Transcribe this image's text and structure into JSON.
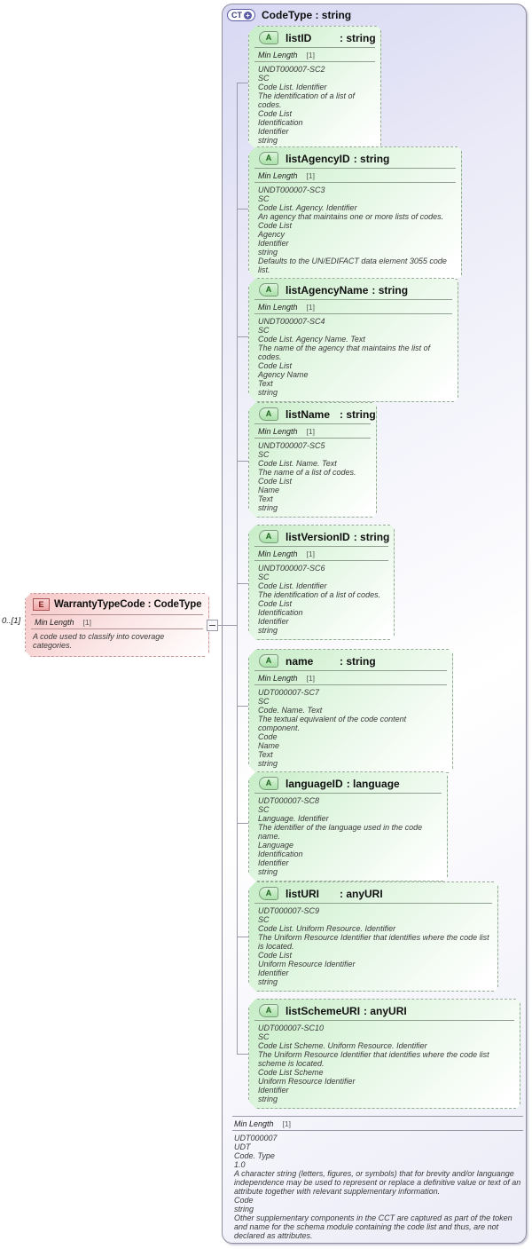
{
  "diagram": {
    "icons": {
      "attribute_label": "A",
      "element_label": "E",
      "complex_type_label": "CT",
      "plus": "+"
    },
    "element": {
      "cardinality": "0..[1]",
      "title": "WarrantyTypeCode : CodeType",
      "facet": {
        "name": "Min Length",
        "value": "[1]"
      },
      "description": "A code used to classify into coverage categories."
    },
    "complex_type": {
      "title": "CodeType : string",
      "attributes": [
        {
          "name": "listID",
          "type_label": ": string",
          "facet": {
            "name": "Min Length",
            "value": "[1]"
          },
          "lines": [
            "UNDT000007-SC2",
            "SC",
            "Code List. Identifier",
            "The identification of a list of codes.",
            "Code List",
            "Identification",
            "Identifier",
            "string"
          ]
        },
        {
          "name": "listAgencyID",
          "type_label": ": string",
          "facet": {
            "name": "Min Length",
            "value": "[1]"
          },
          "lines": [
            "UNDT000007-SC3",
            "SC",
            "Code List. Agency. Identifier",
            "An agency that maintains one or more lists of codes.",
            "Code List",
            "Agency",
            "Identifier",
            "string",
            "Defaults to the UN/EDIFACT data element 3055 code list."
          ]
        },
        {
          "name": "listAgencyName",
          "type_label": ": string",
          "facet": {
            "name": "Min Length",
            "value": "[1]"
          },
          "lines": [
            "UNDT000007-SC4",
            "SC",
            "Code List. Agency Name. Text",
            "The name of the agency that maintains the list of codes.",
            "Code List",
            "Agency Name",
            "Text",
            "string"
          ]
        },
        {
          "name": "listName",
          "type_label": ": string",
          "facet": {
            "name": "Min Length",
            "value": "[1]"
          },
          "lines": [
            "UNDT000007-SC5",
            "SC",
            "Code List. Name. Text",
            "The name of a list of codes.",
            "Code List",
            "Name",
            "Text",
            "string"
          ]
        },
        {
          "name": "listVersionID",
          "type_label": ": string",
          "facet": {
            "name": "Min Length",
            "value": "[1]"
          },
          "lines": [
            "UNDT000007-SC6",
            "SC",
            "Code List. Identifier",
            "The identification of a list of codes.",
            "Code List",
            "Identification",
            "Identifier",
            "string"
          ]
        },
        {
          "name": "name",
          "type_label": ": string",
          "facet": {
            "name": "Min Length",
            "value": "[1]"
          },
          "lines": [
            "UDT000007-SC7",
            "SC",
            "Code. Name. Text",
            "The textual equivalent of the code content component.",
            "Code",
            "Name",
            "Text",
            "string"
          ]
        },
        {
          "name": "languageID",
          "type_label": ": language",
          "lines": [
            "UDT000007-SC8",
            "SC",
            "Language. Identifier",
            "The identifier of the language used in the code name.",
            "Language",
            "Identification",
            "Identifier",
            "string"
          ]
        },
        {
          "name": "listURI",
          "type_label": ": anyURI",
          "lines": [
            "UDT000007-SC9",
            "SC",
            "Code List. Uniform Resource. Identifier",
            "The Uniform Resource Identifier that identifies where the code list is located.",
            "Code List",
            "Uniform Resource Identifier",
            "Identifier",
            "string"
          ]
        },
        {
          "name": "listSchemeURI",
          "type_label": ": anyURI",
          "lines": [
            "UDT000007-SC10",
            "SC",
            "Code List Scheme. Uniform Resource. Identifier",
            "The Uniform Resource Identifier that identifies where the code list scheme is located.",
            "Code List Scheme",
            "Uniform Resource Identifier",
            "Identifier",
            "string"
          ]
        }
      ],
      "footer": {
        "facet": {
          "name": "Min Length",
          "value": "[1]"
        },
        "lines": [
          "UDT000007",
          "UDT",
          "Code. Type",
          "1.0",
          "A character string (letters, figures, or symbols) that for brevity and/or languange independence may be used to represent or replace a definitive value or text of an attribute together with relevant supplementary information.",
          "Code",
          "string",
          "Other supplementary components in the CCT are captured as part of the token and name for the schema module containing the code list and thus, are not declared as attributes."
        ]
      }
    }
  }
}
